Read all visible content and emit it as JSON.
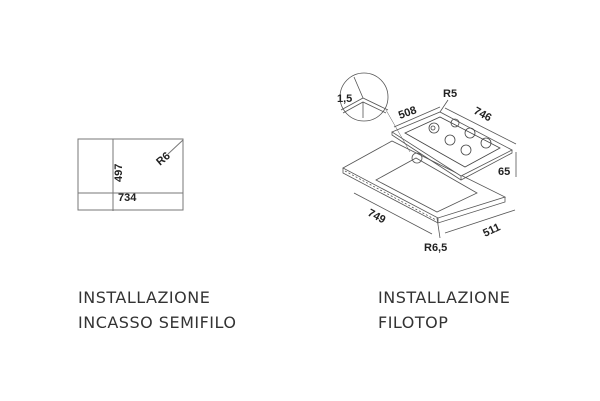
{
  "left_diagram": {
    "dims": {
      "height": "497",
      "width": "734",
      "radius": "R6"
    },
    "caption": {
      "line1": "INSTALLAZIONE",
      "line2": "INCASSO SEMIFILO"
    }
  },
  "right_diagram": {
    "dims": {
      "edge": "1,5",
      "radius_top": "R5",
      "depth_top": "508",
      "width_top": "746",
      "height": "65",
      "width_cut": "749",
      "radius_cut": "R6,5",
      "depth_cut": "511"
    },
    "caption": {
      "line1": "INSTALLAZIONE",
      "line2": "FILOTOP"
    }
  }
}
